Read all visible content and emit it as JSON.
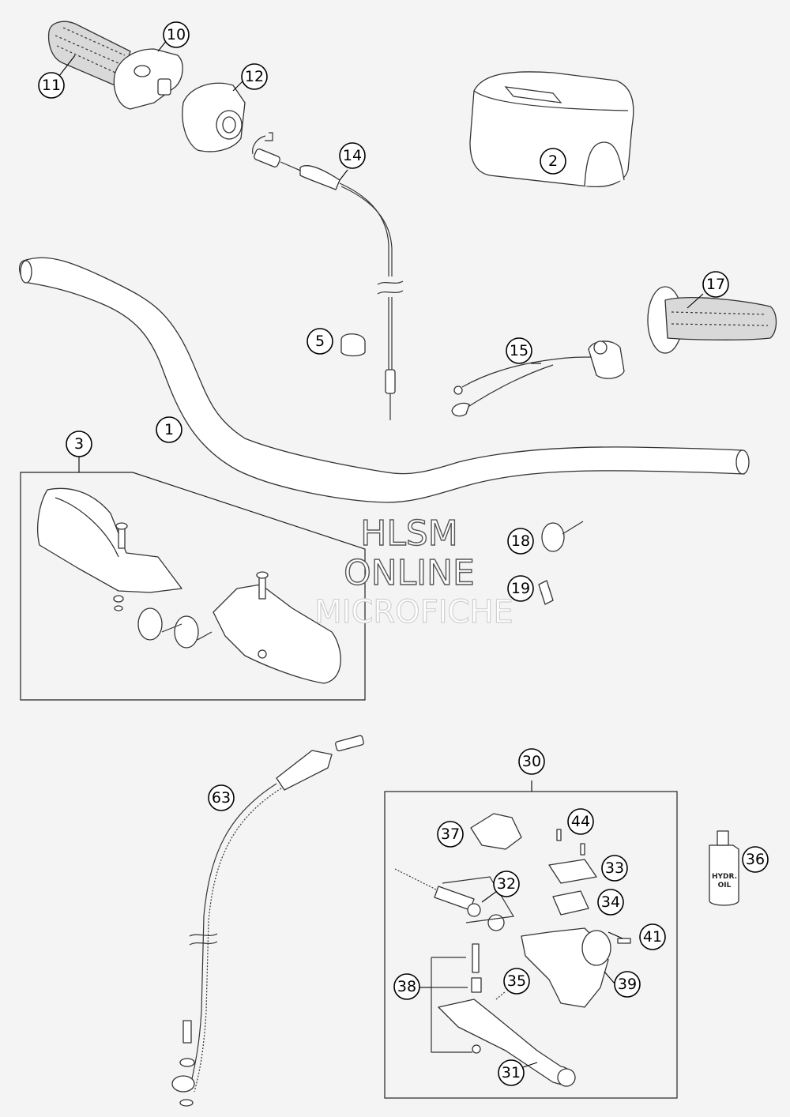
{
  "watermark": {
    "line1": "HLSM",
    "line2": "ONLINE",
    "line3": "MICROFICHE"
  },
  "bottle_label": {
    "line1": "HYDR.",
    "line2": "OIL"
  },
  "callouts": {
    "c1": "1",
    "c2": "2",
    "c3": "3",
    "c5": "5",
    "c10": "10",
    "c11": "11",
    "c12": "12",
    "c14": "14",
    "c15": "15",
    "c17": "17",
    "c18": "18",
    "c19": "19",
    "c30": "30",
    "c31": "31",
    "c32": "32",
    "c33": "33",
    "c34": "34",
    "c35": "35",
    "c36": "36",
    "c37": "37",
    "c38": "38",
    "c39": "39",
    "c41": "41",
    "c44": "44",
    "c63": "63"
  }
}
